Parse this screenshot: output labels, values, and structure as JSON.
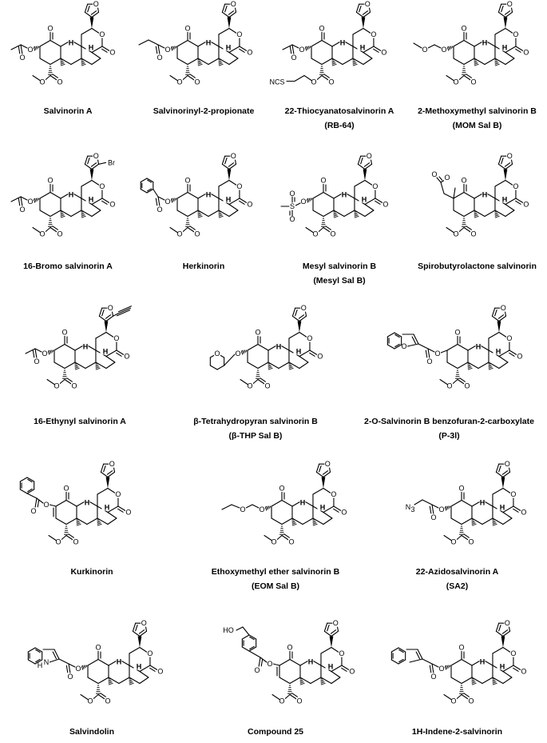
{
  "labels": {
    "h": "H",
    "o": "O",
    "ncs": "NCS",
    "br": "Br",
    "s": "S",
    "nh": "H",
    "n": "N",
    "n3": "N",
    "n3sub": "3",
    "ho": "HO"
  },
  "compounds": [
    {
      "name": "Salvinorin A",
      "sub": ""
    },
    {
      "name": "Salvinorinyl-2-propionate",
      "sub": ""
    },
    {
      "name": "22-Thiocyanatosalvinorin A",
      "sub": "(RB-64)"
    },
    {
      "name": "2-Methoxymethyl salvinorin B",
      "sub": "(MOM Sal B)"
    },
    {
      "name": "16-Bromo salvinorin A",
      "sub": ""
    },
    {
      "name": "Herkinorin",
      "sub": ""
    },
    {
      "name": "Mesyl salvinorin B",
      "sub": "(Mesyl Sal B)"
    },
    {
      "name": "Spirobutyrolactone salvinorin",
      "sub": ""
    },
    {
      "name": "16-Ethynyl salvinorin A",
      "sub": ""
    },
    {
      "name": "β-Tetrahydropyran salvinorin B",
      "sub": "(β-THP Sal B)"
    },
    {
      "name": "2-O-Salvinorin B benzofuran-2-carboxylate",
      "sub": "(P-3l)"
    },
    {
      "name": "Kurkinorin",
      "sub": ""
    },
    {
      "name": "Ethoxymethyl ether salvinorin B",
      "sub": "(EOM Sal B)"
    },
    {
      "name": "22-Azidosalvinorin A",
      "sub": "(SA2)"
    },
    {
      "name": "Salvindolin",
      "sub": ""
    },
    {
      "name": "Compound 25",
      "sub": ""
    },
    {
      "name": "1H-Indene-2-salvinorin",
      "sub": ""
    }
  ]
}
